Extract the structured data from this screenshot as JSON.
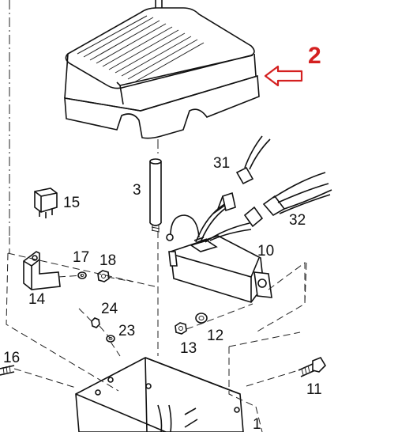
{
  "callouts": {
    "c1": "1",
    "c2": "2",
    "c3": "3",
    "c10": "10",
    "c11": "11",
    "c12": "12",
    "c13": "13",
    "c14": "14",
    "c15": "15",
    "c16": "16",
    "c17": "17",
    "c18": "18",
    "c23": "23",
    "c24": "24",
    "c31": "31",
    "c32": "32"
  },
  "colors": {
    "highlight": "#d42020",
    "line": "#111111",
    "background": "#ffffff"
  }
}
